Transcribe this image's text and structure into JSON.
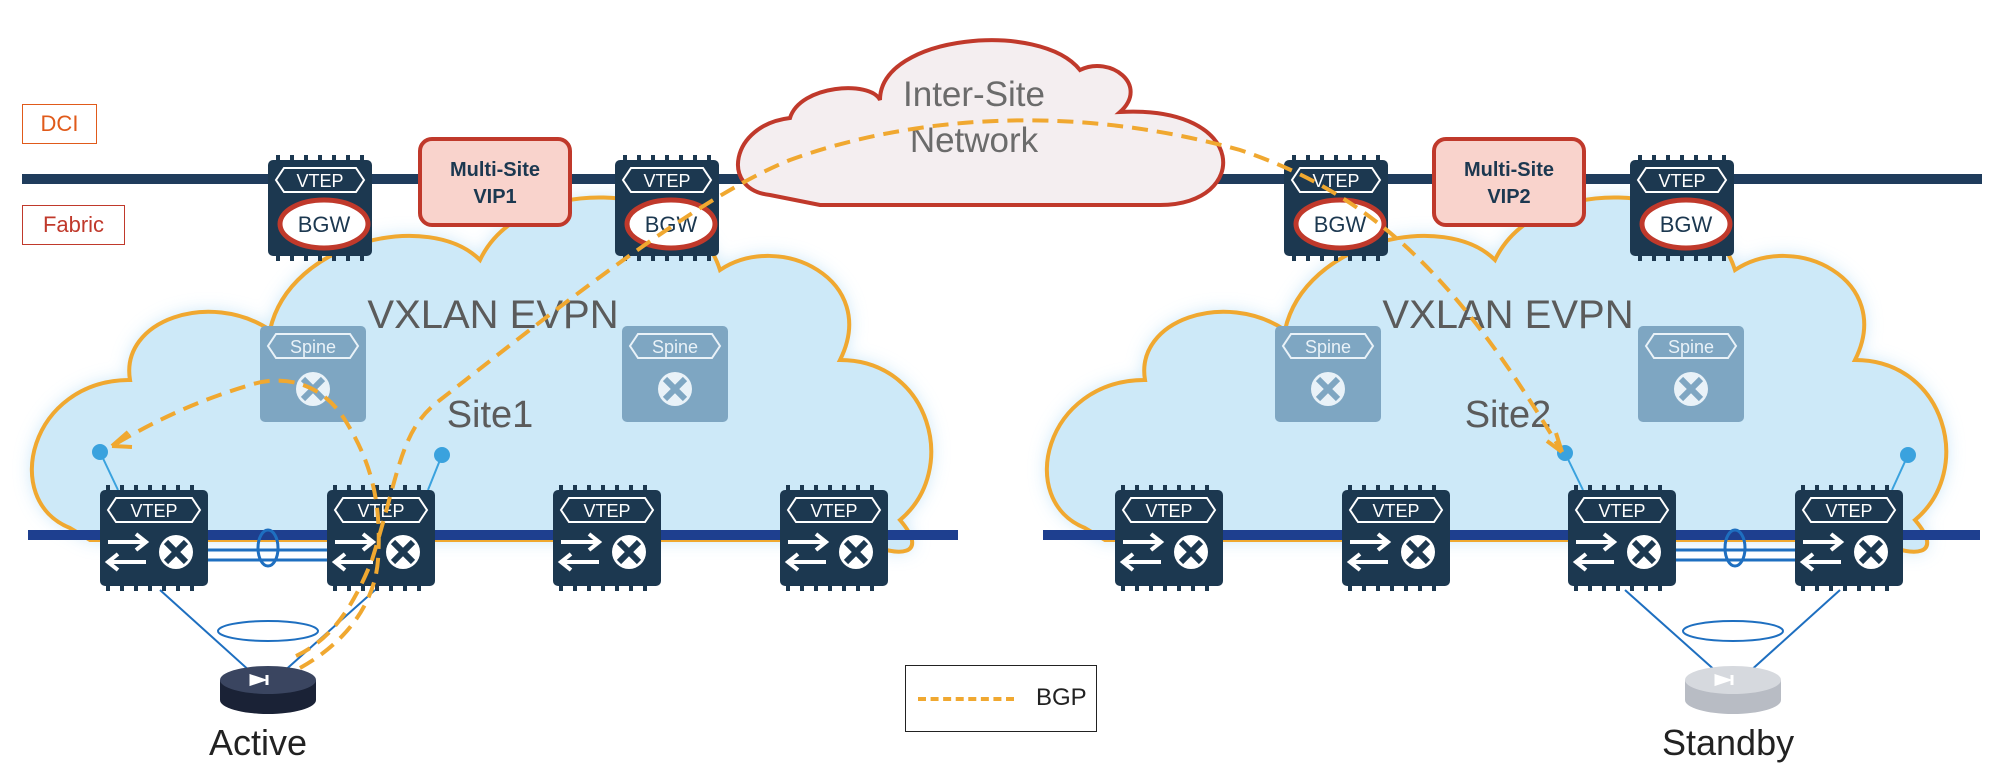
{
  "labels": {
    "dci": "DCI",
    "fabric": "Fabric",
    "inter_site_line1": "Inter-Site",
    "inter_site_line2": "Network",
    "vip1_line1": "Multi-Site",
    "vip1_line2": "VIP1",
    "vip2_line1": "Multi-Site",
    "vip2_line2": "VIP2",
    "vxlan_evpn": "VXLAN EVPN",
    "site1": "Site1",
    "site2": "Site2",
    "vtep": "VTEP",
    "bgw": "BGW",
    "spine": "Spine",
    "active": "Active",
    "standby": "Standby"
  },
  "legend": {
    "bgp": "BGP"
  },
  "colors": {
    "fabric_fill": "#cde9f8",
    "fabric_outline": "#f0a830",
    "bgp_line": "#f0a830",
    "node_dark": "#1c3850",
    "bgw_ring": "#c0392b",
    "vip_fill": "#f9d3cc",
    "dci_line": "#1f3c5c",
    "fabric_line": "#1e3f8f"
  }
}
